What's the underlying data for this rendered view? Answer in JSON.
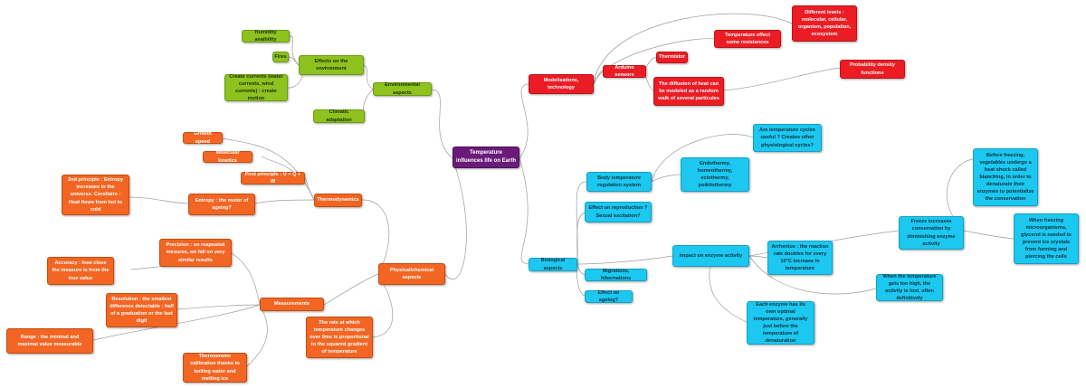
{
  "root": "Temperature influences life on Earth",
  "environmental": {
    "label": "Environmental aspects",
    "effects": "Effects on the environment",
    "humidity": "Humidity avaibility",
    "fires": "Fires",
    "currents": "Create currents (water currents, wind currents) : create motion",
    "climatic": "Climatic adaptation"
  },
  "modelisations": {
    "label": "Modelisations, technology",
    "levels": "Different levels : molecular, cellular, organism, population, ecosystem",
    "resistances": "Temperature effect some resistances",
    "arduino": "Arduino sensors",
    "thermistor": "Thermistor",
    "diffusion": "The diffusion of heat can be modeled as a random walk of several particules",
    "probability": "Probability density functions"
  },
  "physical": {
    "label": "Physical/chemical aspects",
    "thermodynamics": "Thermodynamics",
    "growth": "Growth speed",
    "molecular": "Molecular kinetics",
    "first_principle": "First principle : U = Q + W",
    "entropy": "Entropy : the motor of ageing?",
    "second_principle": "2nd principle : Entropy increases in the universe. Corollaire : Heat flows from hot to cold",
    "measurements": "Measurements",
    "precision": "Precision : on reapeated mesures, we fall on very similar results",
    "accuracy": "Accuracy : how close the measure is from the true value",
    "resolution": "Resolution : the smallest difference detectable : half of a graduation or the last digit",
    "range": "Range : the minimal and maximal value measurable",
    "calibration": "Thermometer calibration thanks to boiling water and melting ice",
    "rate": "The rate at which temperature changes over time is proportional to the squared gradient of temperature"
  },
  "biological": {
    "label": "Biological aspects",
    "body_temp": "Body temperature regulation system",
    "cycles": "Are temperature cycles useful ? Creates other physiological cycles?",
    "thermy": "Endothermy, homeothermy, ectothermy, poikilothermy",
    "reproduction": "Effect on reproduction ? Sexual excitation?",
    "enzyme": "Impact on enzyme activity",
    "freeze": "Freeze increases conservation by diminishing enzyme activity",
    "blanching": "Before freezing, vegetables undergo a heat shock called blanching, in order to denaturate their enzymes to potentialize the conservation",
    "glycerol": "When freezing microorganisms, glycerol is needed to prevent ice crystals from forming and piercing the cells",
    "arrhenius": "Arrhenius : the reaction rate doubles for every 10°C increase in temperature",
    "too_high": "When the temperature gets too high, the activity is lost, often definitively",
    "optimal": "Each enzyme has its own optimal temperature, generally just before the temperature of denaturation",
    "migrations": "Migrations, hibernations",
    "ageing": "Effect on ageing?"
  }
}
